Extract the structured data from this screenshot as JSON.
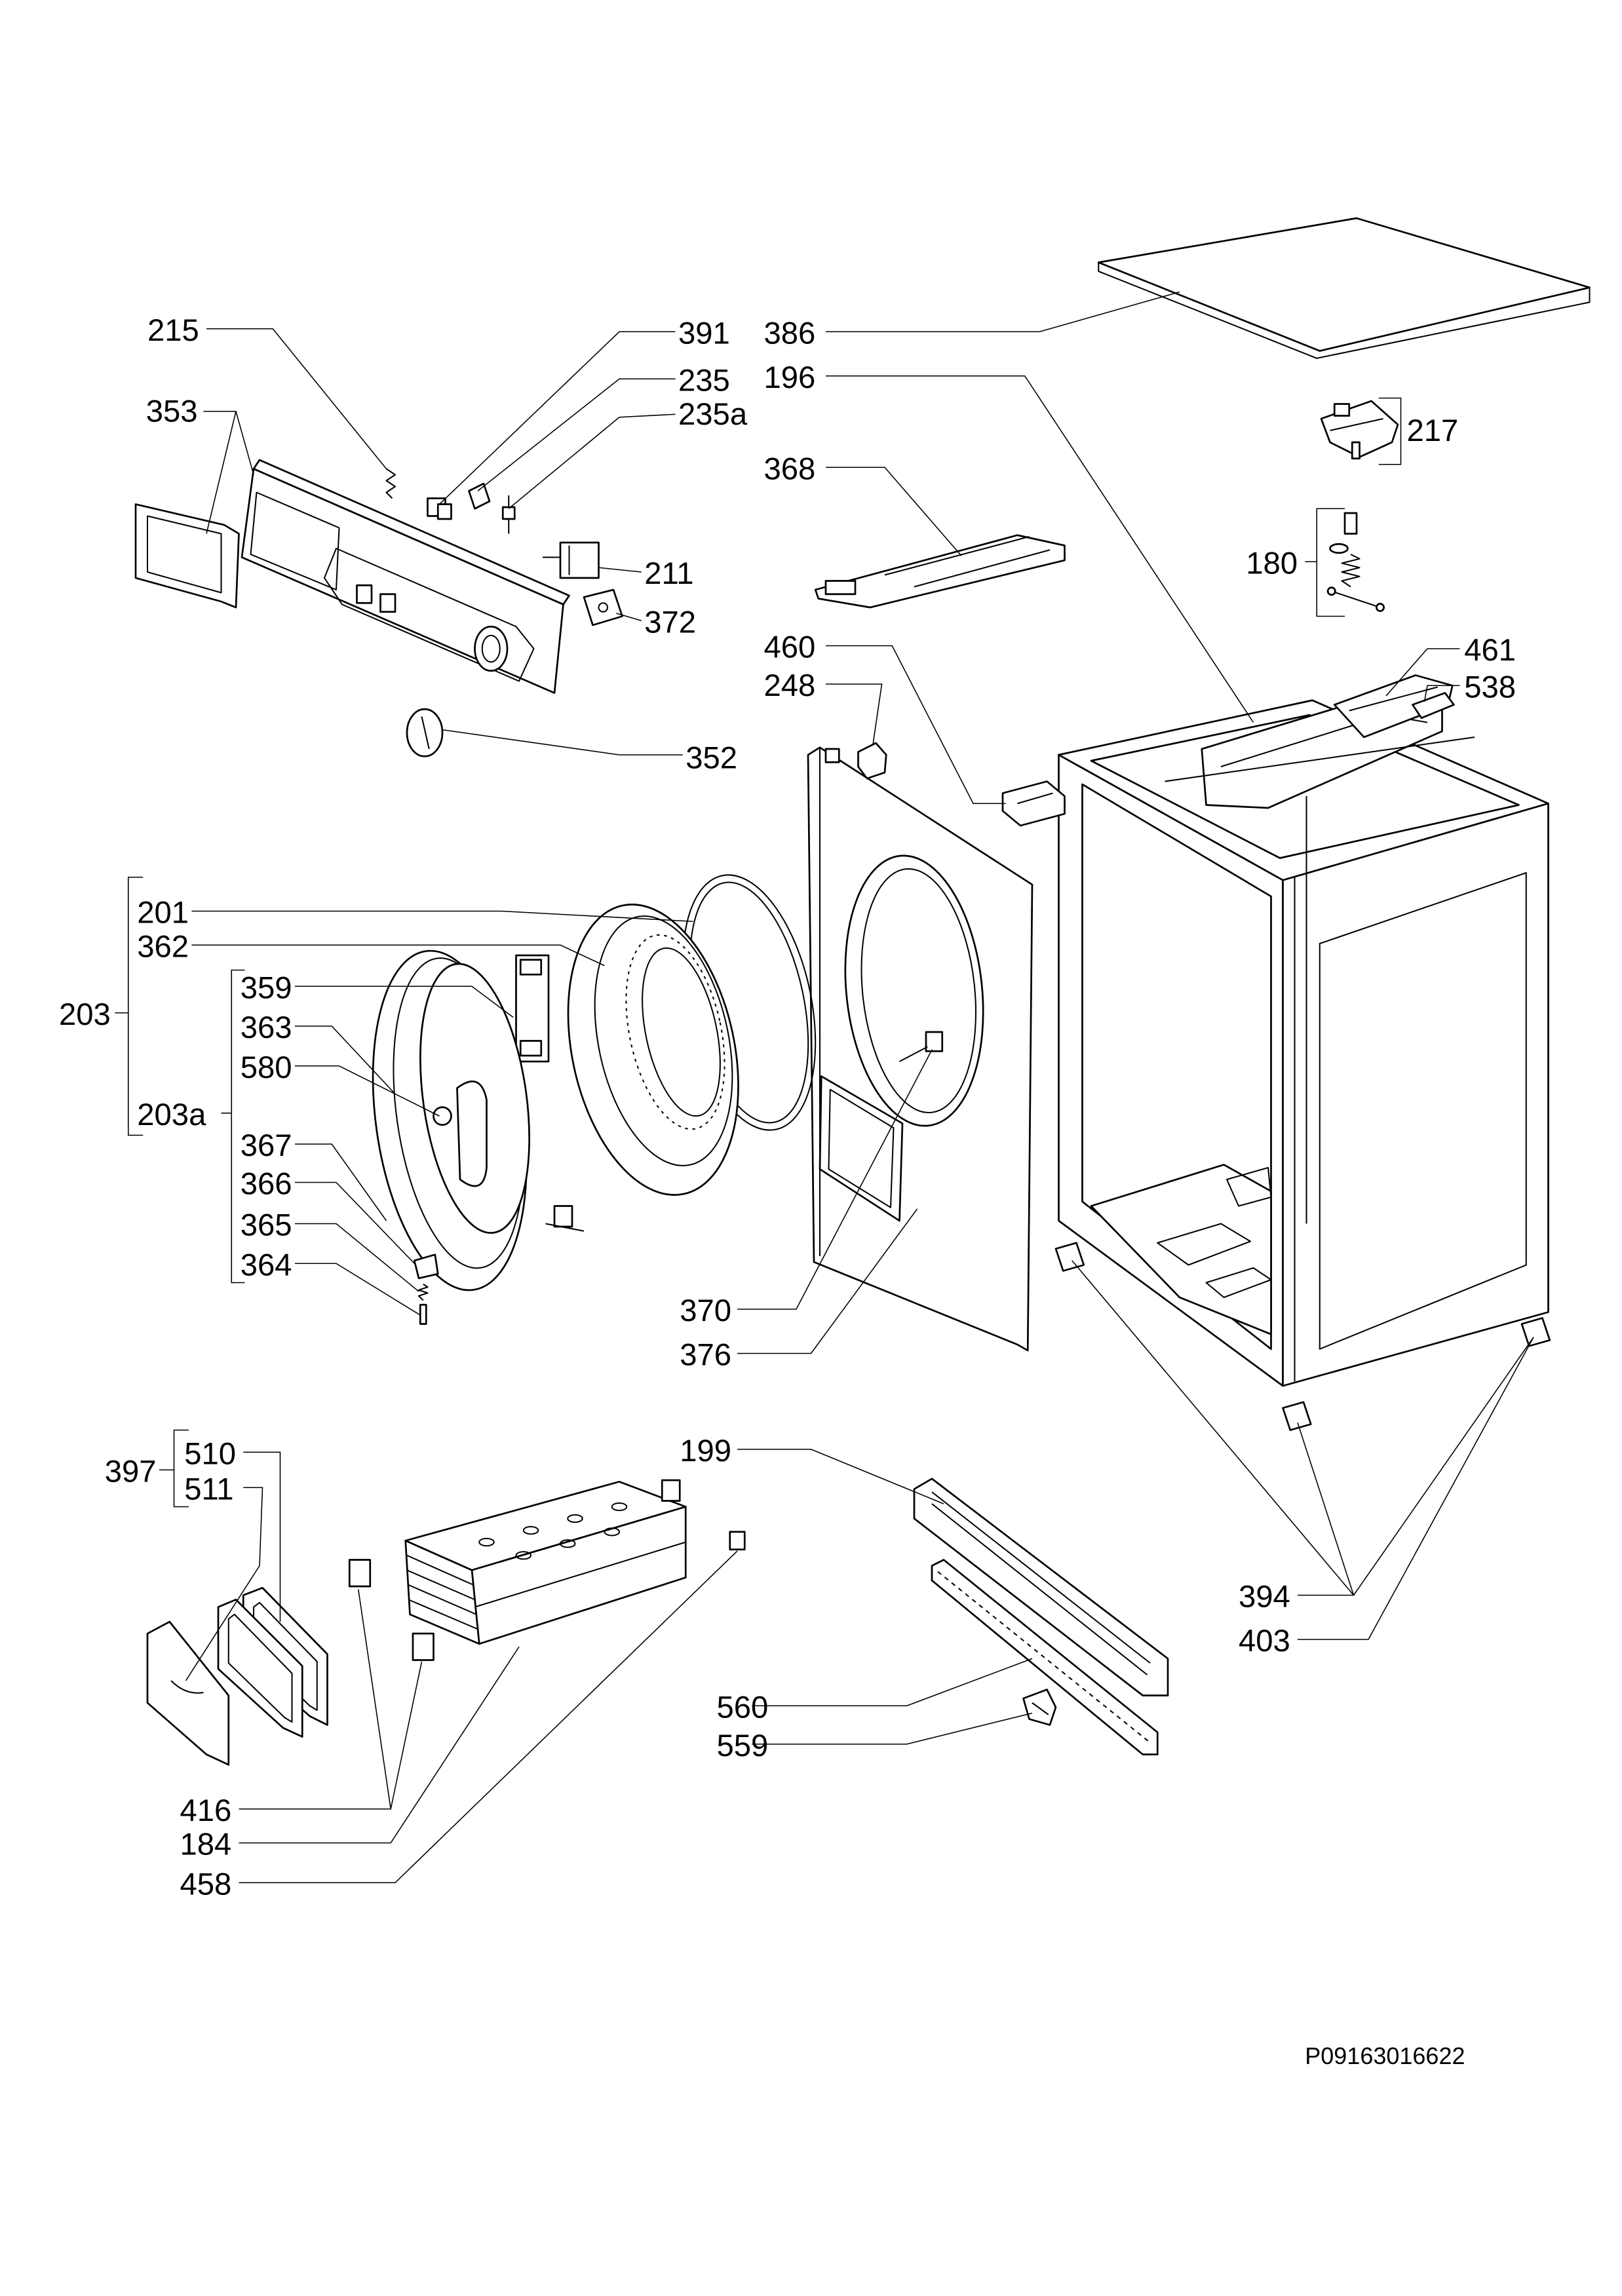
{
  "callouts": {
    "p215": "215",
    "p353": "353",
    "p391": "391",
    "p235": "235",
    "p235a": "235a",
    "p211": "211",
    "p372": "372",
    "p352": "352",
    "p386": "386",
    "p196": "196",
    "p368": "368",
    "p460": "460",
    "p248": "248",
    "p217": "217",
    "p180": "180",
    "p461": "461",
    "p538": "538",
    "p203": "203",
    "p201": "201",
    "p362": "362",
    "p203a": "203a",
    "p359": "359",
    "p363": "363",
    "p580": "580",
    "p367": "367",
    "p366": "366",
    "p365": "365",
    "p364": "364",
    "p370": "370",
    "p376": "376",
    "p199": "199",
    "p397": "397",
    "p510": "510",
    "p511": "511",
    "p394": "394",
    "p403": "403",
    "p560": "560",
    "p559": "559",
    "p416": "416",
    "p184": "184",
    "p458": "458"
  },
  "drawing_code": "P09163016622",
  "colors": {
    "line": "#000000",
    "background": "#ffffff"
  }
}
